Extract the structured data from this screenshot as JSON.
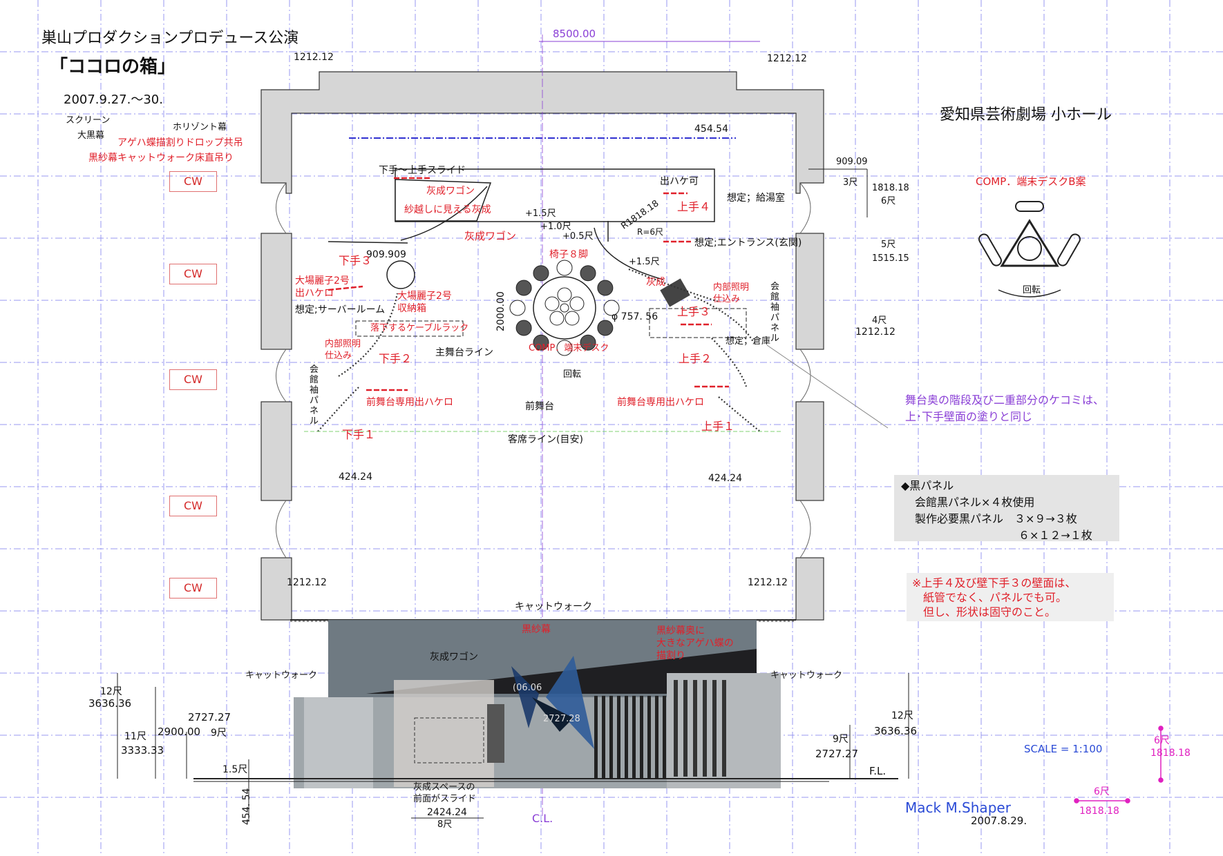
{
  "header": {
    "company": "巣山プロダクションプロデュース公演",
    "title": "「ココロの箱」",
    "dates": "2007.9.27.～30."
  },
  "venue": "愛知県芸術劇場 小ホール",
  "legend": {
    "screen": "スクリーン",
    "horizont": "ホリゾント幕",
    "black_curtain": "大黒幕",
    "drop": "アゲハ蝶描割りドロップ共吊",
    "gauze": "黒紗幕キャットウォーク床直吊り"
  },
  "cw_labels": [
    "CW",
    "CW",
    "CW",
    "CW",
    "CW"
  ],
  "dimensions": {
    "width_total": "8500.00",
    "wall_left": "1212.12",
    "wall_right": "1212.12",
    "d_454_top": "454.54",
    "d_909": "909.09",
    "d_3shaku": "3尺",
    "d_1818": "1818.18",
    "d_6shaku": "6尺",
    "d_5shaku": "5尺",
    "d_1515": "1515.15",
    "d_4shaku": "4尺",
    "d_1212_side": "1212.12",
    "d_424_left": "424.24",
    "d_424_right": "424.24",
    "d_1212_bl": "1212.12",
    "d_1212_br": "1212.12",
    "d_909_909": "909.909",
    "d_2000": "2000.00",
    "d_phi": "φ 757. 56",
    "d_r1818": "R1818.18",
    "d_r6": "R=6尺",
    "d_p15a": "+1.5尺",
    "d_p10": "+1.0尺",
    "d_p05": "+0.5尺",
    "d_p15b": "+1.5尺"
  },
  "stage": {
    "slide_label": "下手～上手スライド",
    "wagon": "灰成ワゴン",
    "wagon_note": "紗越しに見える灰成",
    "wagon2": "灰成ワゴン",
    "exit_ok": "出ハケ可",
    "assume_kitchen": "想定；給湯室",
    "kamite4": "上手４",
    "assume_entrance": "想定;エントランス(玄関)",
    "shimote3": "下手３",
    "oba2_exit": "大場麗子2号\n出ハケロ",
    "oba2_box": "大場麗子2号\n収納箱",
    "assume_server": "想定;サーバールーム",
    "cable_rack": "落下するケーブルラック",
    "inner_light_l": "内部照明\n仕込み",
    "shimote2": "下手２",
    "main_line": "主舞台ライン",
    "chairs": "椅子８脚",
    "comp_desk": "COMP．端末デスク",
    "rotate": "回転",
    "haisei": "灰成",
    "inner_light_r": "内部照明\n仕込み",
    "kamite3": "上手３",
    "assume_storage": "想定；倉庫",
    "kamite2": "上手２",
    "hall_panel_l": "会\n館\n袖\nパ\nネ\nル",
    "hall_panel_r": "会\n館\n袖\nパ\nネ\nル",
    "front_exit_l": "前舞台専用出ハケロ",
    "front_stage": "前舞台",
    "front_exit_r": "前舞台専用出ハケロ",
    "shimote1": "下手１",
    "kamite1": "上手１",
    "audience_line": "客席ライン(目安)",
    "catwalk_top": "キャットウォーク"
  },
  "desk_b": {
    "title": "COMP．端末デスクB案",
    "rotate": "回転"
  },
  "note_purple": "舞台奥の階段及び二重部分のケコミは、\n上･下手壁面の塗りと同じ",
  "panel_note": {
    "head": "◆黒パネル",
    "line1": "会館黒パネル×４枚使用",
    "line2": "製作必要黒パネル　３×９→３枚",
    "line3": "６×１２→１枚"
  },
  "red_note": "※上手４及び壁下手３の壁面は、\n　紙管でなく、パネルでも可。\n　但し、形状は固守のこと。",
  "elevation": {
    "gauze": "黒紗幕",
    "gauze_note": "黒紗幕奥に\n大きなアゲハ蝶の\n描割り",
    "wagon": "灰成ワゴン",
    "catwalk_l": "キャットウォーク",
    "catwalk_r": "キャットウォーク",
    "h12_l": "12尺",
    "h3636_l": "3636.36",
    "h11": "11尺",
    "h3333": "3333.33",
    "h2900": "2900.00",
    "h2727_l": "2727.27",
    "h9_l": "9尺",
    "h15": "1.5尺",
    "h454": "454. 54",
    "h12_r": "12尺",
    "h3636_r": "3636.36",
    "h9_r": "9尺",
    "h2727_r": "2727.27",
    "fl": "F.L.",
    "slide_note": "灰成スペースの\n前面がスライド",
    "w2424": "2424.24",
    "w8": "8尺",
    "cl": "C.L.",
    "dim_066": "(06.06",
    "dim_278": "2727.28"
  },
  "scale": "SCALE = 1:100",
  "mag": {
    "h6": "6尺",
    "h1818": "1818.18",
    "w6": "6尺",
    "w1818": "1818.18"
  },
  "author": "Mack M.Shaper",
  "author_date": "2007.8.29.",
  "colors": {
    "grid": "#8c8cf0",
    "wall": "#d4d4d4",
    "red": "#e0202a",
    "purple": "#8a3fd6",
    "magenta": "#e020c0"
  }
}
